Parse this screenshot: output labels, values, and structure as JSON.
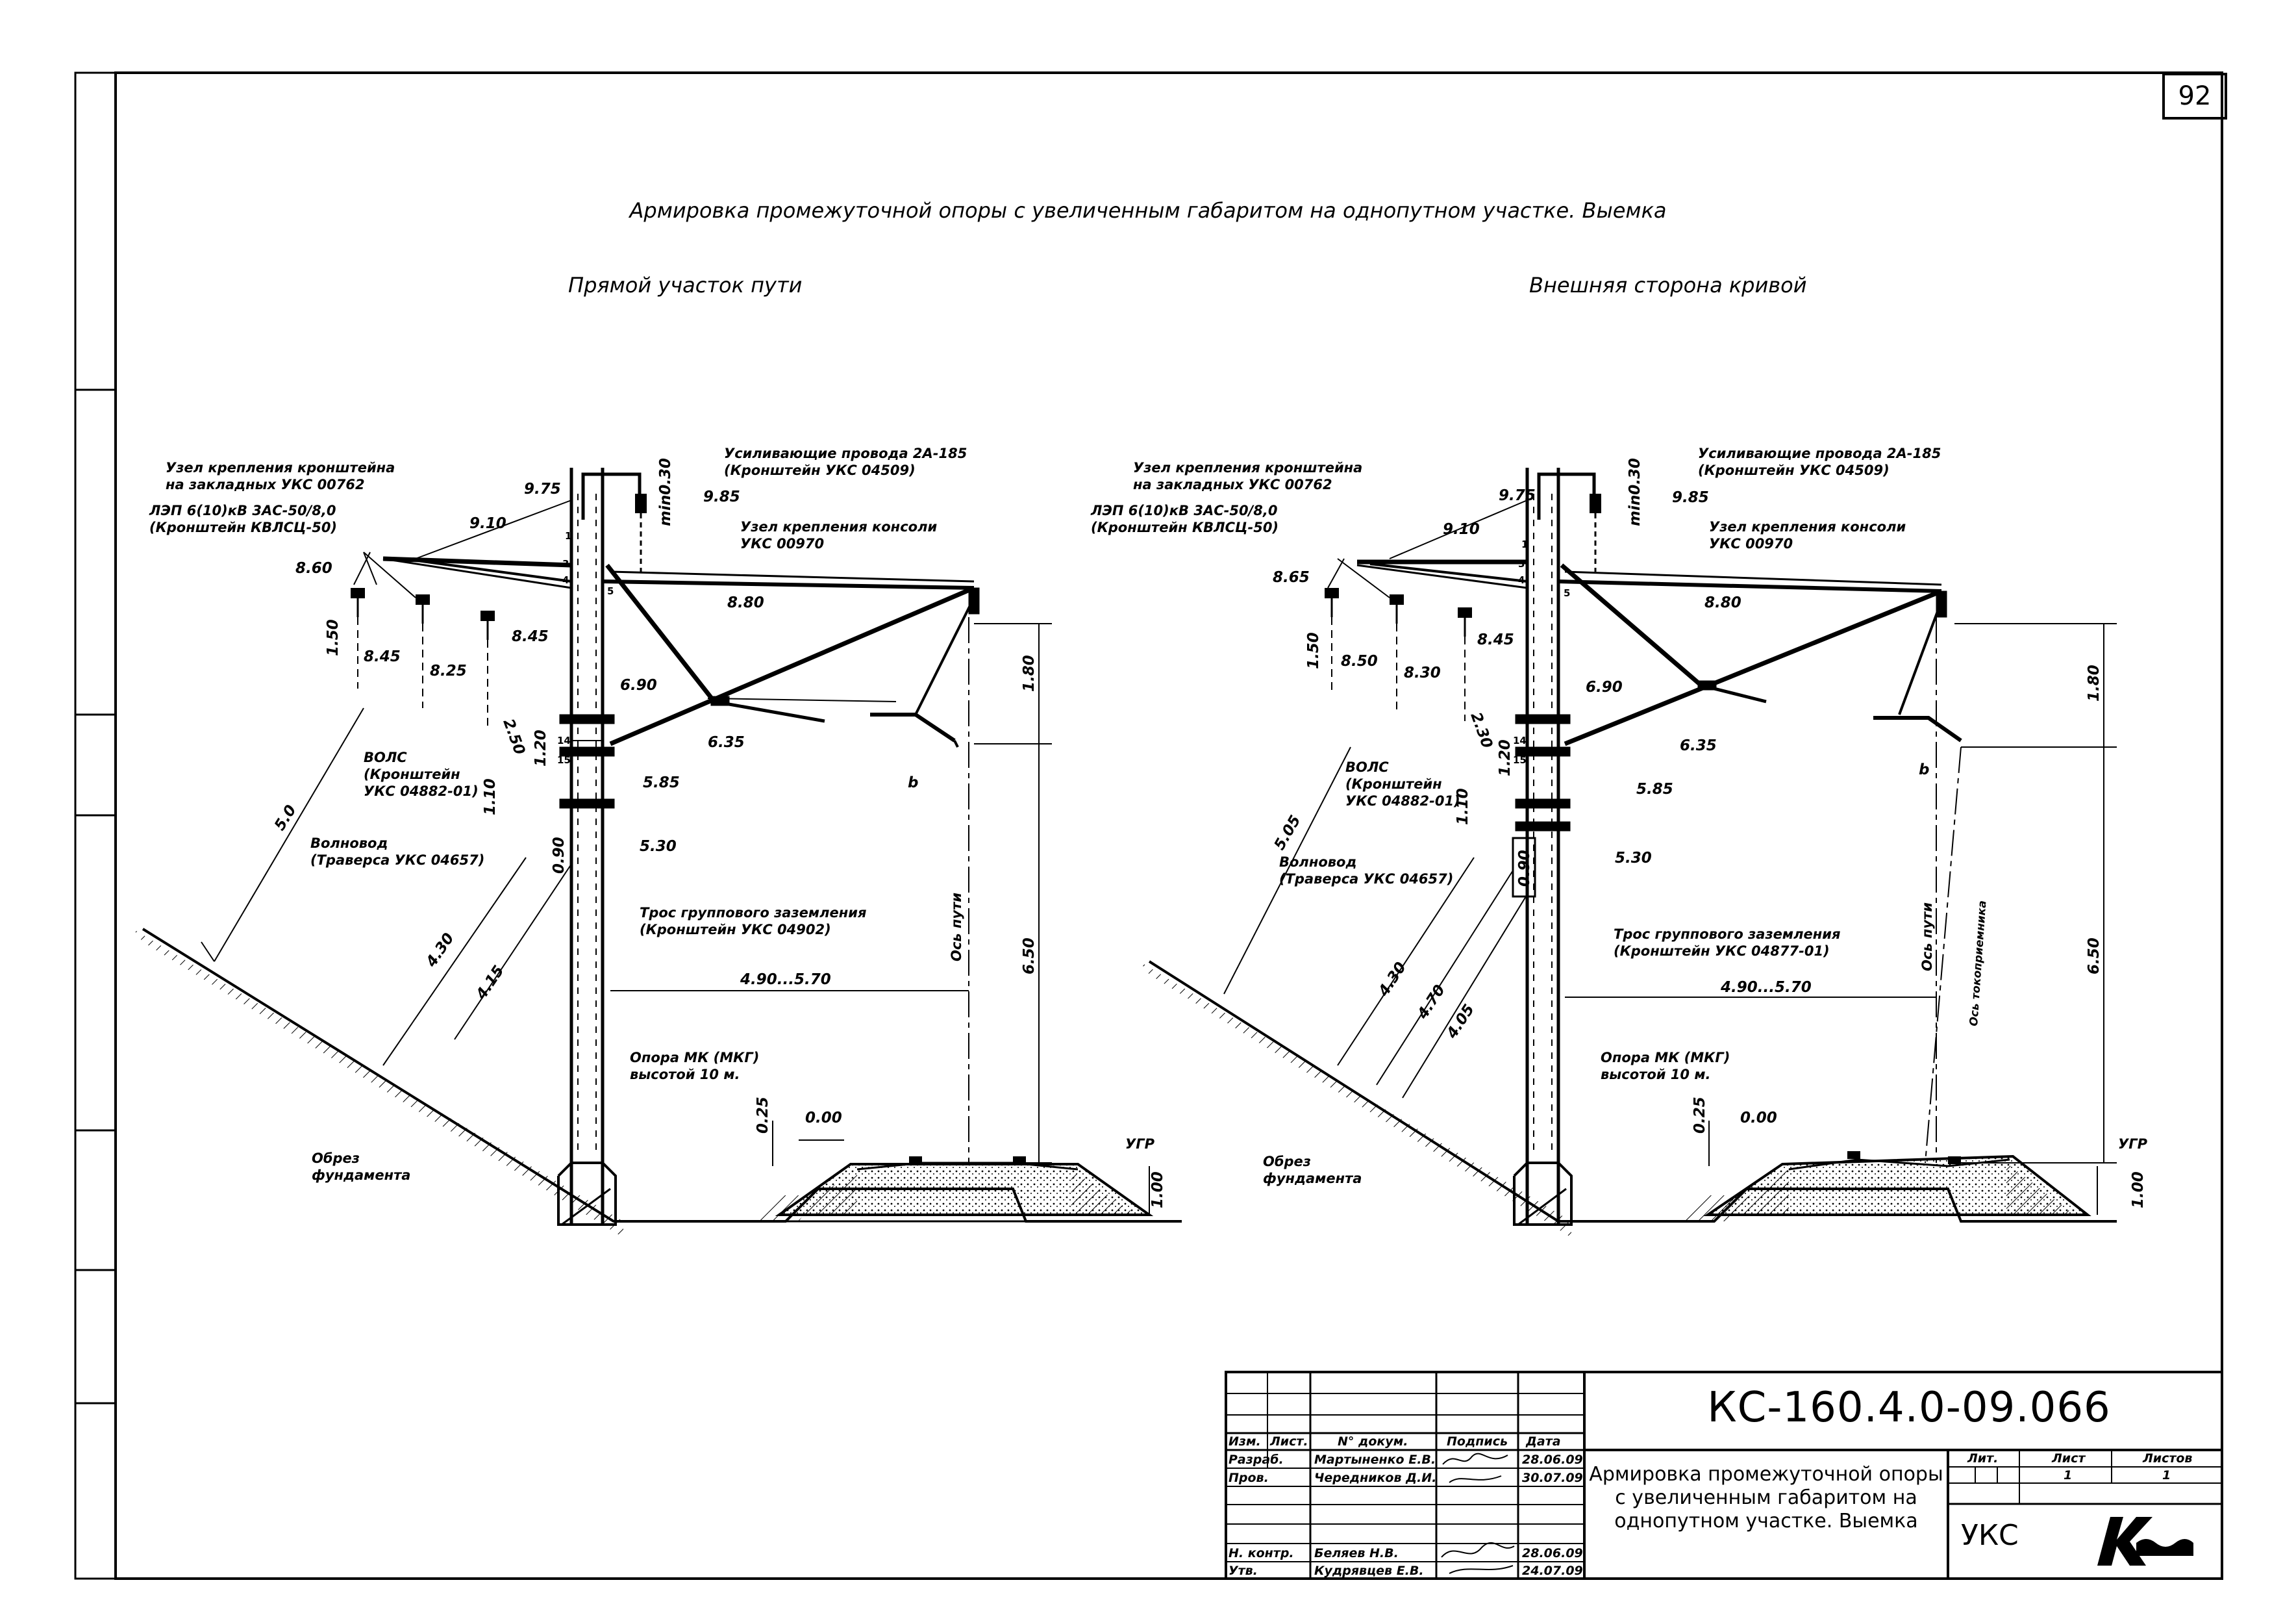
{
  "sheet_number": "92",
  "title": "Армировка промежуточной опоры с увеличенным габаритом на однопутном участке. Выемка",
  "views": [
    {
      "subtitle": "Прямой участок пути",
      "labels": {
        "uzel_kr": [
          "Узел крепления кронштейна",
          "на закладных УКС 00762"
        ],
        "lep": [
          "ЛЭП 6(10)кВ 3АС-50/8,0",
          "(Кронштейн КВЛСЦ-50)"
        ],
        "usil": [
          "Усиливающие провода 2А-185",
          "(Кронштейн УКС 04509)"
        ],
        "uzel_kons": [
          "Узел крепления консоли",
          "УКС 00970"
        ],
        "vols": [
          "ВОЛС",
          "(Кронштейн",
          "УКС 04882-01)"
        ],
        "volnovod": [
          "Волновод",
          "(Траверса УКС 04657)"
        ],
        "tros": [
          "Трос группового заземления",
          "(Кронштейн УКС 04902)"
        ],
        "opora": [
          "Опора МК (МКГ)",
          "высотой 10 м."
        ],
        "obrez": [
          "Обрез",
          "фундамента"
        ],
        "os_puti": "Ось пути",
        "ugr": "УГР"
      },
      "dims": {
        "d975": "9.75",
        "d985": "9.85",
        "d910": "9.10",
        "dmin": "min0.30",
        "d860": "8.60",
        "d150": "1.50",
        "d845a": "8.45",
        "d825": "8.25",
        "d845b": "8.45",
        "d880": "8.80",
        "d690": "6.90",
        "d250": "2.50",
        "d635": "6.35",
        "d120": "1.20",
        "d110": "1.10",
        "d585": "5.85",
        "d530": "5.30",
        "d090": "0.90",
        "d50": "5.0",
        "d430": "4.30",
        "d415": "4.15",
        "d180": "1.80",
        "d650": "6.50",
        "db": "b",
        "d490": "4.90...5.70",
        "d025": "0.25",
        "d000": "0.00",
        "d100": "1.00"
      }
    },
    {
      "subtitle": "Внешняя сторона кривой",
      "labels": {
        "uzel_kr": [
          "Узел крепления кронштейна",
          "на закладных УКС 00762"
        ],
        "lep": [
          "ЛЭП 6(10)кВ 3АС-50/8,0",
          "(Кронштейн КВЛСЦ-50)"
        ],
        "usil": [
          "Усиливающие провода 2А-185",
          "(Кронштейн УКС 04509)"
        ],
        "uzel_kons": [
          "Узел крепления консоли",
          "УКС 00970"
        ],
        "vols": [
          "ВОЛС",
          "(Кронштейн",
          "УКС 04882-01)"
        ],
        "volnovod": [
          "Волновод",
          "(Траверса УКС 04657)"
        ],
        "tros": [
          "Трос группового заземления",
          "(Кронштейн УКС 04877-01)"
        ],
        "opora": [
          "Опора МК (МКГ)",
          "высотой 10 м."
        ],
        "obrez": [
          "Обрез",
          "фундамента"
        ],
        "os_puti": "Ось пути",
        "os_tok": "Ось токоприемника",
        "ugr": "УГР"
      },
      "dims": {
        "d975": "9.75",
        "d985": "9.85",
        "d910": "9.10",
        "dmin": "min0.30",
        "d865": "8.65",
        "d150": "1.50",
        "d850": "8.50",
        "d830": "8.30",
        "d845": "8.45",
        "d880": "8.80",
        "d690": "6.90",
        "d230": "2.30",
        "d635": "6.35",
        "d120": "1.20",
        "d110": "1.10",
        "d585": "5.85",
        "d530": "5.30",
        "d090": "0.90",
        "d505": "5.05",
        "d430": "4.30",
        "d470": "4.70",
        "d405": "4.05",
        "d180": "1.80",
        "d650": "6.50",
        "db": "b",
        "d490": "4.90...5.70",
        "d025": "0.25",
        "d000": "0.00",
        "d100": "1.00"
      }
    }
  ],
  "title_block": {
    "code": "КС-160.4.0-09.066",
    "name": "Армировка промежуточной опоры с увеличенным габаритом на однопутном участке. Выемка",
    "org": "УКС",
    "headers": {
      "izm": "Изм.",
      "list": "Лист.",
      "doc": "N° докум.",
      "podp": "Подпись",
      "data": "Дата"
    },
    "stage_headers": {
      "lit": "Лит.",
      "list": "Лист",
      "listov": "Листов"
    },
    "stage_values": {
      "list": "1",
      "listov": "1"
    },
    "rows": [
      {
        "role": "Разраб.",
        "name": "Мартыненко Е.В.",
        "date": "28.06.09"
      },
      {
        "role": "Пров.",
        "name": "Чередников Д.И.",
        "date": "30.07.09"
      },
      {
        "role": "Н. контр.",
        "name": "Беляев Н.В.",
        "date": "28.06.09"
      },
      {
        "role": "Утв.",
        "name": "Кудрявцев Е.В.",
        "date": "24.07.09"
      }
    ]
  }
}
